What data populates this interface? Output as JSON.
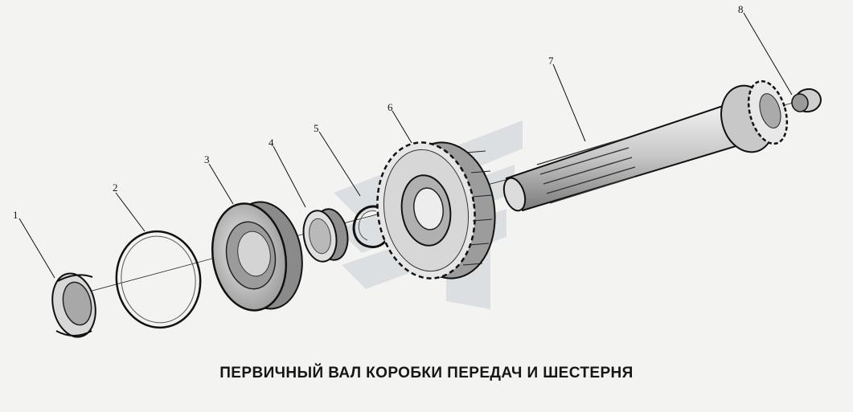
{
  "diagram": {
    "caption": "ПЕРВИЧНЫЙ ВАЛ КОРОБКИ ПЕРЕДАЧ И ШЕСТЕРНЯ",
    "callouts": [
      "1",
      "2",
      "3",
      "4",
      "5",
      "6",
      "7",
      "8"
    ]
  }
}
